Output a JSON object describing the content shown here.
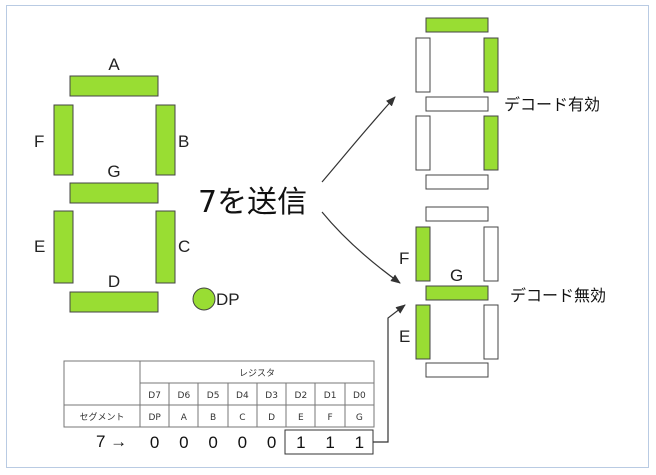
{
  "left_display": {
    "segments": [
      {
        "id": "A",
        "label": "A",
        "on": true
      },
      {
        "id": "B",
        "label": "B",
        "on": true
      },
      {
        "id": "C",
        "label": "C",
        "on": true
      },
      {
        "id": "D",
        "label": "D",
        "on": true
      },
      {
        "id": "E",
        "label": "E",
        "on": true
      },
      {
        "id": "F",
        "label": "F",
        "on": true
      },
      {
        "id": "G",
        "label": "G",
        "on": true
      }
    ],
    "dp_label": "DP"
  },
  "send_label": "7を送信",
  "decode_on": {
    "label": "デコード有効",
    "lit": [
      "A",
      "B",
      "C"
    ]
  },
  "decode_off": {
    "label": "デコード無効",
    "lit": [
      "E",
      "F",
      "G"
    ],
    "segment_labels": {
      "F": "F",
      "G": "G",
      "E": "E"
    }
  },
  "register_table": {
    "header": "レジスタ",
    "bits": [
      "D7",
      "D6",
      "D5",
      "D4",
      "D3",
      "D2",
      "D1",
      "D0"
    ],
    "row_label": "セグメント",
    "segments": [
      "DP",
      "A",
      "B",
      "C",
      "D",
      "E",
      "F",
      "G"
    ],
    "value_prefix": "7 →",
    "values": [
      "0",
      "0",
      "0",
      "0",
      "0",
      "1",
      "1",
      "1"
    ]
  },
  "colors": {
    "lit": "#99dd33",
    "unlit": "#ffffff",
    "outline": "#444444",
    "frame": "#b9cbe3"
  }
}
